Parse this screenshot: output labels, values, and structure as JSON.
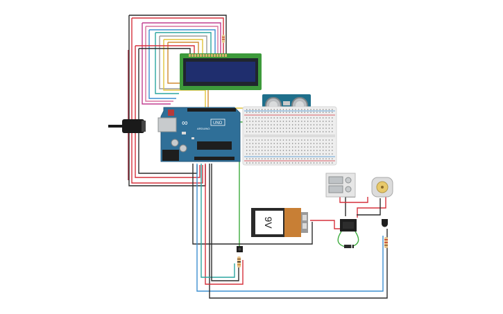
{
  "circuit": {
    "arduino": {
      "brand": "ARDUINO",
      "model": "UNO",
      "logo": "∞"
    },
    "battery": {
      "label": "9V"
    },
    "colors": {
      "board": "#2f6f98",
      "breadboard": "#eeeeee",
      "lcd_pcb": "#3d9a3b",
      "lcd_screen": "#1f2e6e",
      "sensor": "#1f6f8b",
      "battery_body": "#2a2a2a",
      "battery_cap": "#c87f35",
      "wire_red": "#d5313b",
      "wire_black": "#2a2a2a",
      "wire_blue": "#3c8fd0",
      "wire_yellow": "#e2c33a",
      "wire_green": "#3cab3c",
      "wire_magenta": "#c03d8f",
      "wire_gray": "#9a9a9a",
      "wire_teal": "#2aa5a0",
      "wire_pink": "#d9719d",
      "wire_dark_red": "#8a2030"
    }
  }
}
